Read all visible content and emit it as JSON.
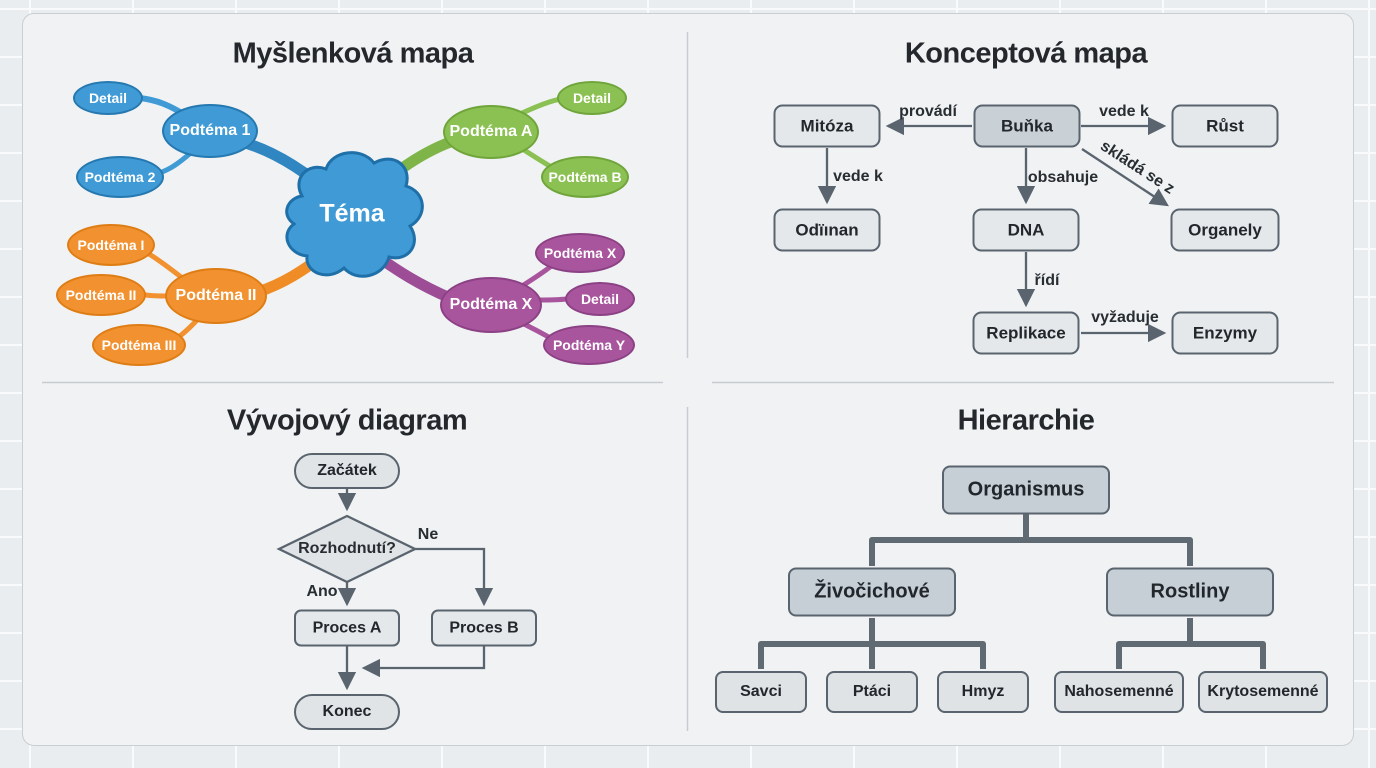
{
  "colors": {
    "mindmap_blue": "#3f9ad5",
    "mindmap_green": "#8bc152",
    "mindmap_orange": "#f2912f",
    "mindmap_purple": "#a9559e",
    "diagram_gray": "#5a646e",
    "panel_background": "#f0f2f4"
  },
  "mindmap": {
    "title": "Myšlenková mapa",
    "center": "Téma",
    "blue": {
      "main": "Podtéma 1",
      "c1": "Detail",
      "c2": "Podtéma 2"
    },
    "green": {
      "main": "Podtéma A",
      "c1": "Detail",
      "c2": "Podtéma B"
    },
    "orange": {
      "main": "Podtéma II",
      "c1": "Podtéma I",
      "c2": "Podtéma II",
      "c3": "Podtéma III"
    },
    "purple": {
      "main": "Podtéma X",
      "c1": "Podtéma X",
      "c2": "Detail",
      "c3": "Podtéma Y"
    }
  },
  "conceptmap": {
    "title": "Konceptová mapa",
    "nodes": {
      "bunka": "Buňka",
      "mitoza": "Mitóza",
      "rust": "Růst",
      "odiinan": "Odïınan",
      "dna": "DNA",
      "organely": "Organely",
      "replikace": "Replikace",
      "enzymy": "Enzymy"
    },
    "labels": {
      "provadi": "provádí",
      "vede_k1": "vede k",
      "vede_k2": "vede k",
      "obsahuje": "obsahuje",
      "sklada": "skládá se z",
      "ridi": "řídí",
      "vyzaduje": "vyžaduje"
    }
  },
  "flowchart": {
    "title": "Vývojový diagram",
    "start": "Začátek",
    "decision": "Rozhodnutí?",
    "yes_label": "Ano",
    "no_label": "Ne",
    "process_a": "Proces A",
    "process_b": "Proces B",
    "end": "Konec"
  },
  "hierarchy": {
    "title": "Hierarchie",
    "root": "Organismus",
    "animals": "Živočichové",
    "plants": "Rostliny",
    "a1": "Savci",
    "a2": "Ptáci",
    "a3": "Hmyz",
    "p1": "Nahosemenné",
    "p2": "Krytosemenné"
  }
}
